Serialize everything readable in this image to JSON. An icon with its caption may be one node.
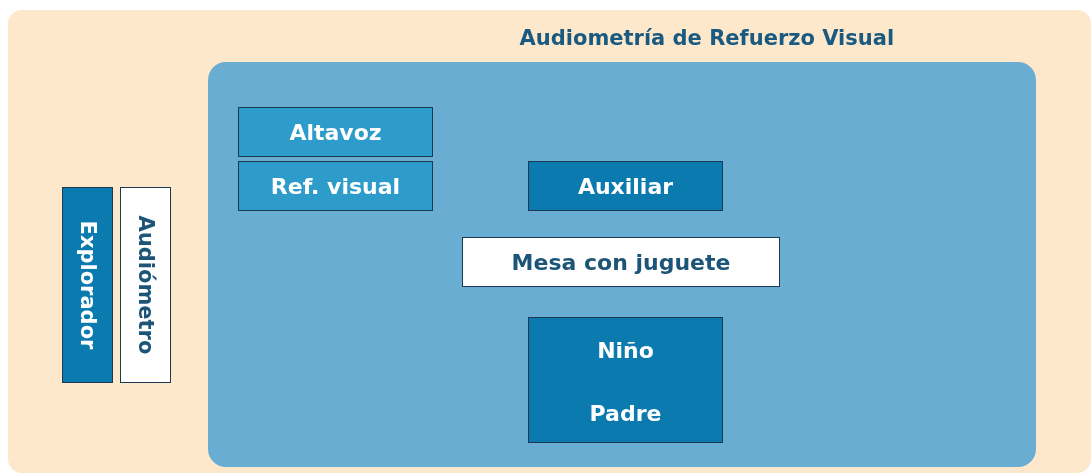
{
  "diagram": {
    "nodes": [
      {
        "text": [
          "Audiometría de Refuerzo Visual"
        ]
      },
      {
        "text": [],
        "shape": "box",
        "in": 0
      },
      {
        "text": [
          "Altavoz"
        ],
        "in": 1
      },
      {
        "text": [
          "Ref. visual"
        ],
        "in": 1
      },
      {
        "text": [
          "Auxiliar"
        ],
        "in": 1
      },
      {
        "text": [
          "Mesa con juguete"
        ],
        "in": 1
      },
      {
        "text": [
          "Niño",
          "Padre"
        ],
        "in": 1
      },
      {
        "text": [
          "Explorador"
        ],
        "in": 0
      },
      {
        "text": [
          "Audiómetro"
        ],
        "in": 0
      }
    ],
    "edges": []
  }
}
